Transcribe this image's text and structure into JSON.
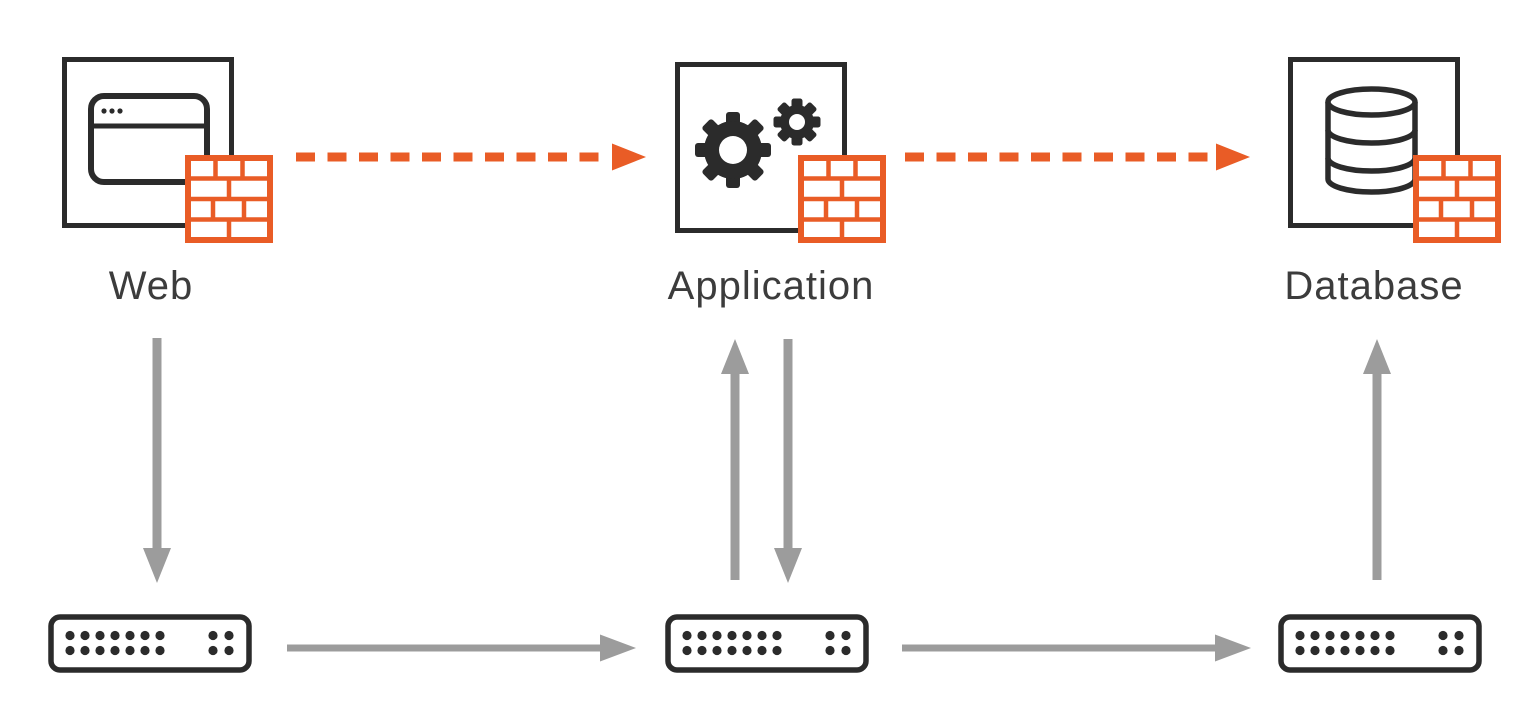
{
  "colors": {
    "background": "#ffffff",
    "outline_dark": "#2b2b2b",
    "accent_orange": "#e95c26",
    "arrow_gray": "#9c9c9c",
    "label_text": "#3c3c3c"
  },
  "tiers": [
    {
      "label": "Web",
      "icon": "browser-window-icon",
      "firewall_icon": "firewall-brick-icon"
    },
    {
      "label": "Application",
      "icon": "gears-icon",
      "firewall_icon": "firewall-brick-icon"
    },
    {
      "label": "Database",
      "icon": "database-cylinder-icon",
      "firewall_icon": "firewall-brick-icon"
    }
  ],
  "devices": [
    {
      "name": "web-network-switch",
      "icon": "network-switch-icon"
    },
    {
      "name": "app-network-switch",
      "icon": "network-switch-icon"
    },
    {
      "name": "db-network-switch",
      "icon": "network-switch-icon"
    }
  ],
  "connections": [
    {
      "from": "Web",
      "to": "Application",
      "style": "dashed-orange-arrow-right"
    },
    {
      "from": "Application",
      "to": "Database",
      "style": "dashed-orange-arrow-right"
    },
    {
      "from": "Web",
      "to": "web-network-switch",
      "style": "gray-arrow-down"
    },
    {
      "from": "app-network-switch",
      "to": "Application",
      "style": "gray-arrow-up"
    },
    {
      "from": "Application",
      "to": "app-network-switch",
      "style": "gray-arrow-down"
    },
    {
      "from": "db-network-switch",
      "to": "Database",
      "style": "gray-arrow-up"
    },
    {
      "from": "web-network-switch",
      "to": "app-network-switch",
      "style": "gray-arrow-right"
    },
    {
      "from": "app-network-switch",
      "to": "db-network-switch",
      "style": "gray-arrow-right"
    }
  ]
}
